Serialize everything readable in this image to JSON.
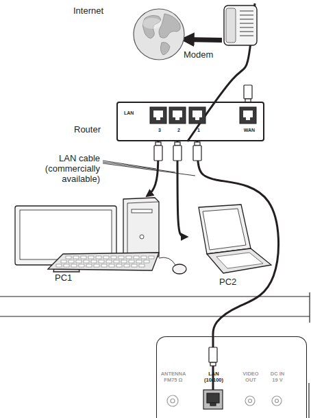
{
  "diagram": {
    "nodes": [
      {
        "text": [
          "Internet"
        ]
      },
      {
        "text": [
          "Modem"
        ]
      },
      {
        "text": [
          "Router",
          "LAN",
          "3",
          "2",
          "1",
          "WAN"
        ]
      },
      {
        "text": [
          "PC1"
        ]
      },
      {
        "text": [
          "PC2"
        ]
      },
      {
        "text": [
          "ANTENNA FM75 Ω",
          "LAN (10/100)",
          "VIDEO OUT",
          "DC IN 19 V"
        ]
      }
    ],
    "edges": [
      {
        "from": 1,
        "to": 0,
        "arrow": "to"
      },
      {
        "from": 2,
        "to": 1,
        "arrow": "none"
      },
      {
        "from": 2,
        "to": 3,
        "arrow": "to"
      },
      {
        "from": 2,
        "to": 4,
        "arrow": "to"
      },
      {
        "from": 2,
        "to": 5,
        "arrow": "none"
      }
    ],
    "labels": [
      "LAN cable (commercially available)"
    ]
  }
}
